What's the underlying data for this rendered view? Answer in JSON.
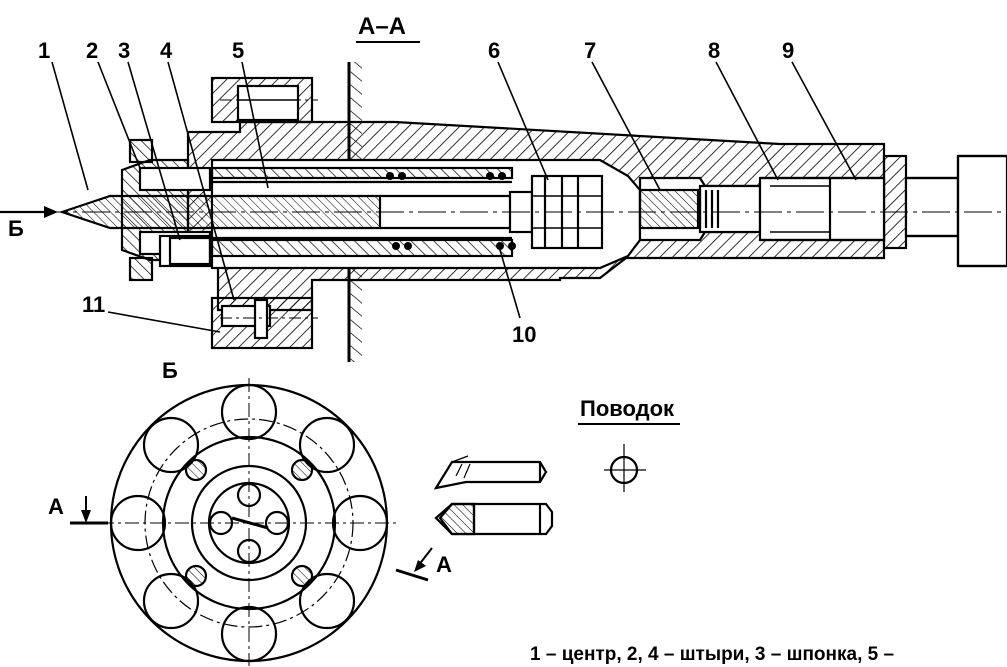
{
  "section_title": "А–А",
  "view_label": "Б",
  "arrow_label_b": "Б",
  "cut_label_left": "А",
  "cut_label_right": "А",
  "driver_title": "Поводок",
  "caption": "1 – центр, 2, 4 – штыри, 3 – шпонка, 5 –",
  "part_numbers": [
    "1",
    "2",
    "3",
    "4",
    "5",
    "6",
    "7",
    "8",
    "9",
    "10",
    "11"
  ],
  "colors": {
    "ink": "#000000",
    "paper": "#ffffff"
  }
}
